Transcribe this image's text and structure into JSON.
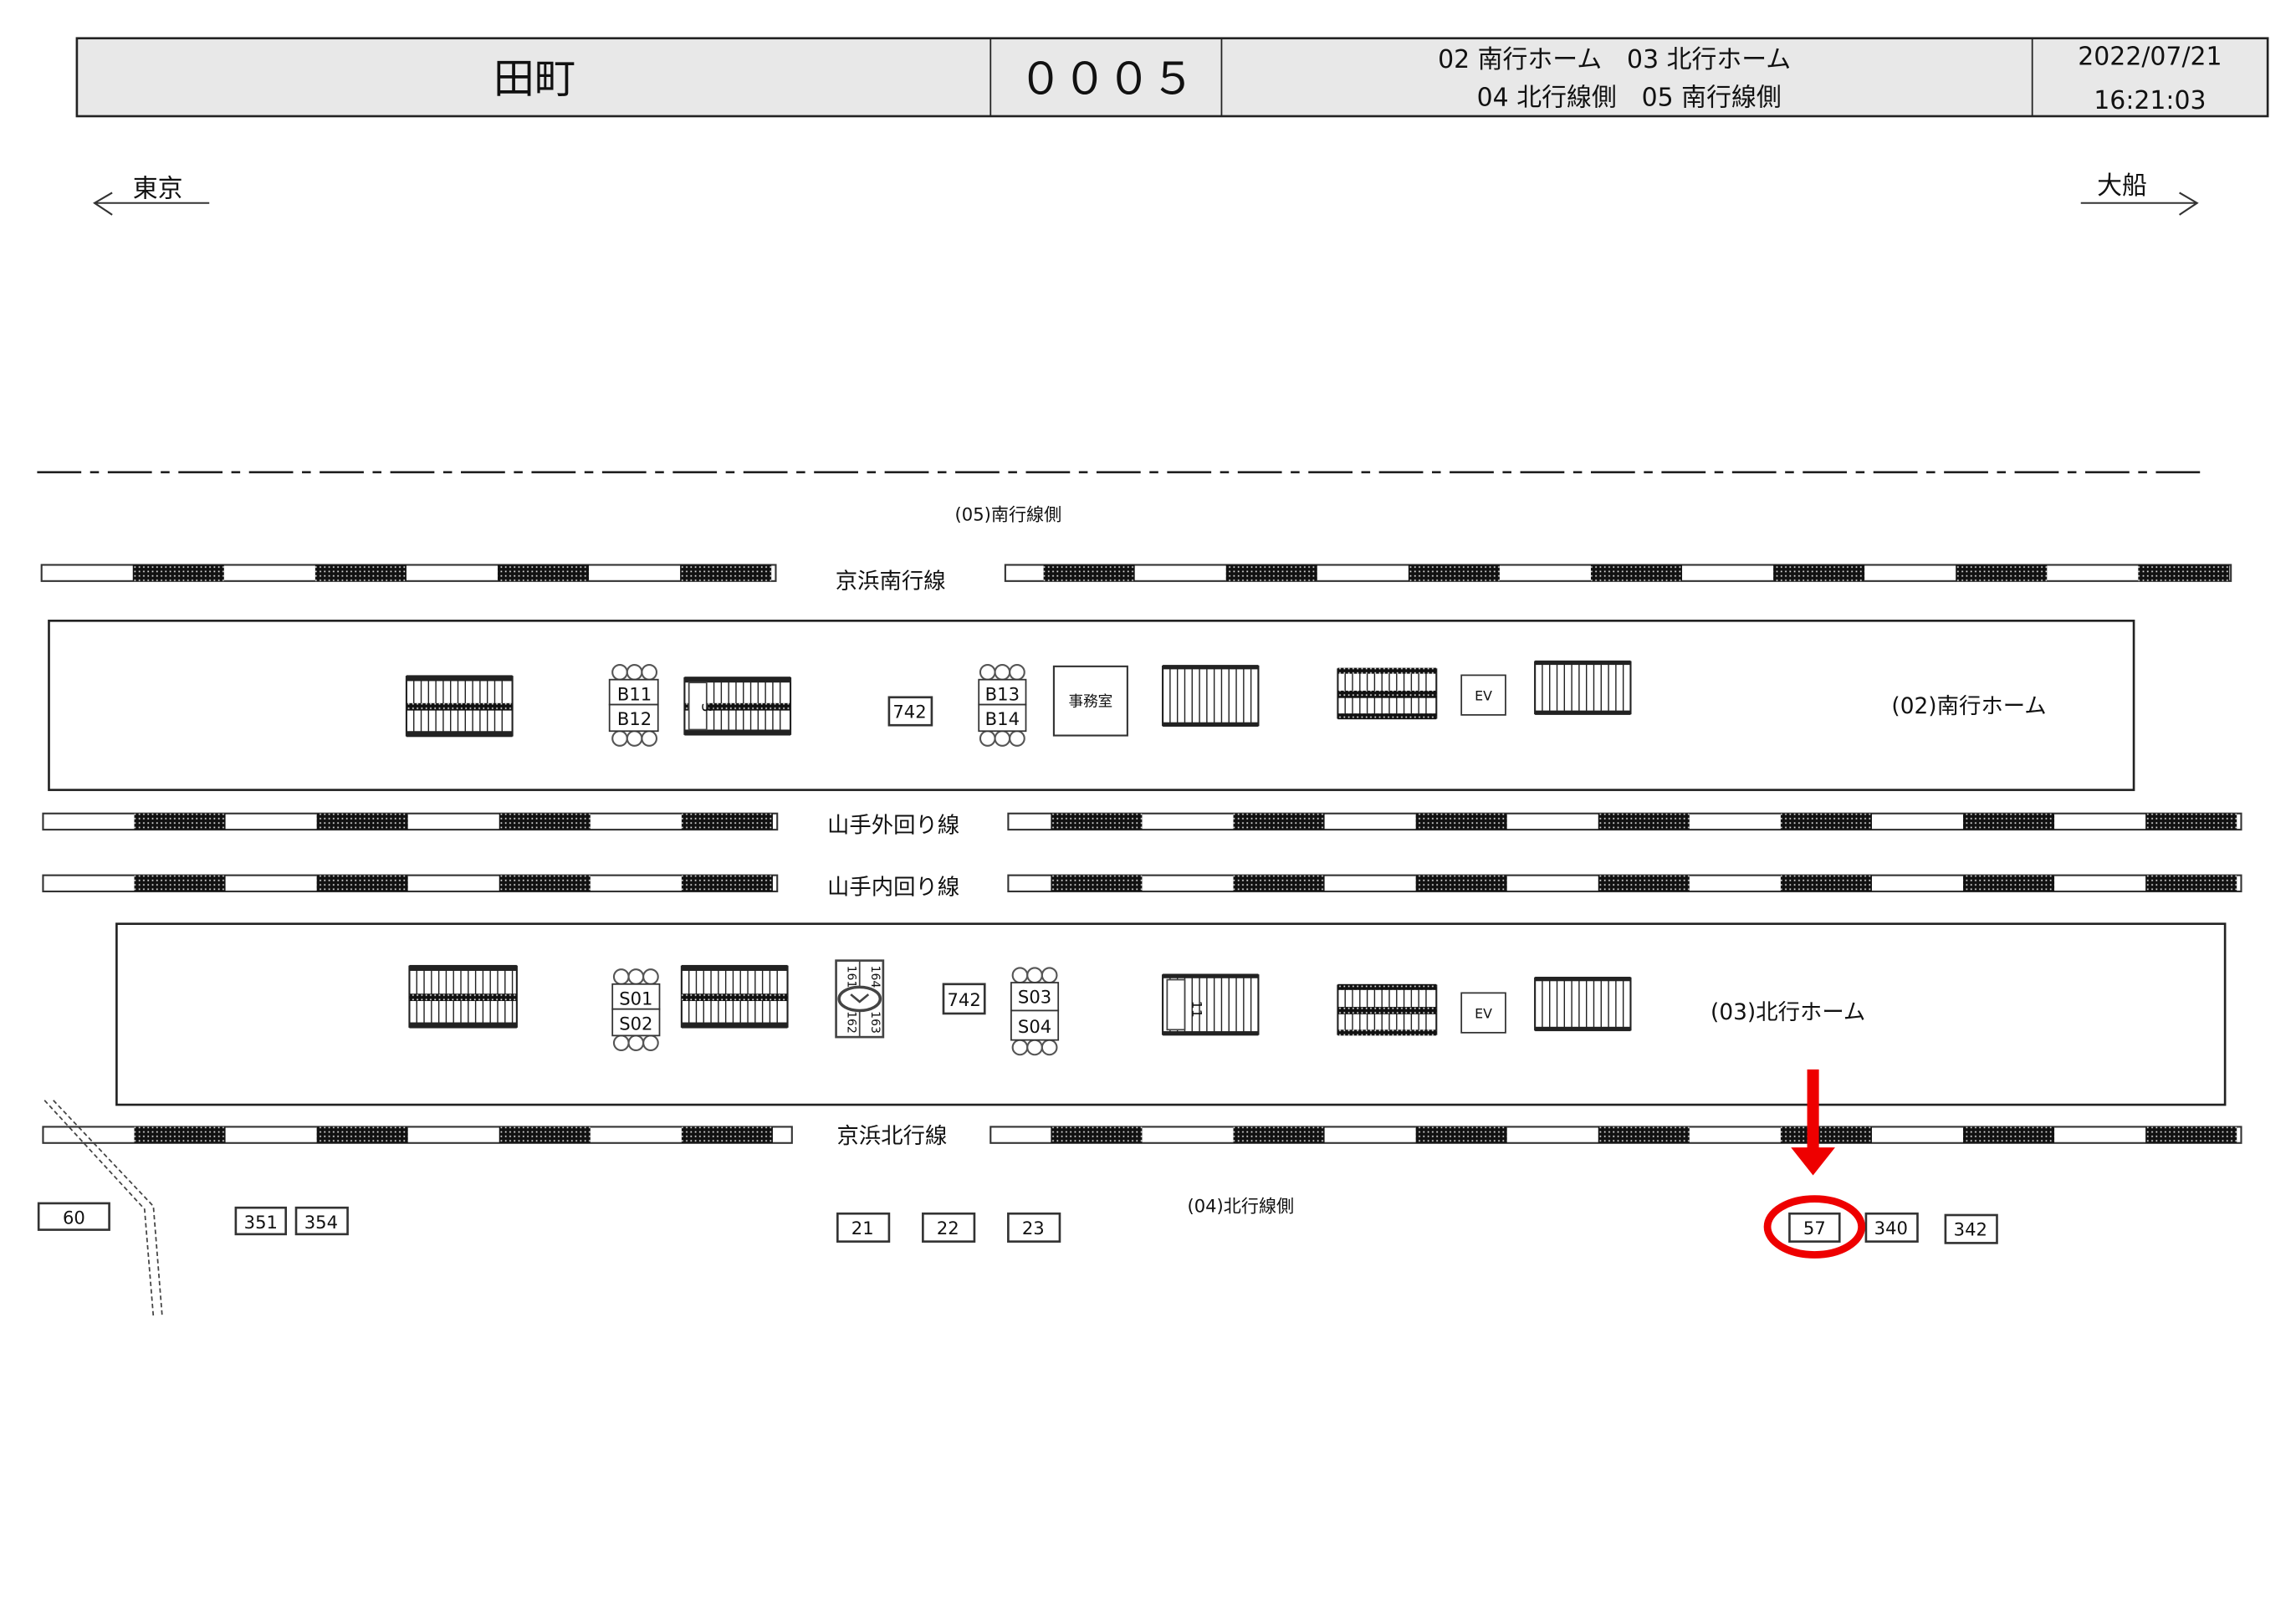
{
  "header": {
    "station": "田町",
    "code": "０００５",
    "platforms_line1": "02 南行ホーム　03 北行ホーム",
    "platforms_line2": "04 北行線側　05 南行線側",
    "date": "2022/07/21",
    "time": "16:21:03"
  },
  "directions": {
    "left": "東京",
    "right": "大船"
  },
  "labels": {
    "south_side": "(05)南行線側",
    "north_side": "(04)北行線側",
    "south_platform": "(02)南行ホーム",
    "north_platform": "(03)北行ホーム"
  },
  "tracks": [
    "京浜南行線",
    "山手外回り線",
    "山手内回り線",
    "京浜北行線"
  ],
  "south_platform_items": {
    "b11": "B11",
    "b12": "B12",
    "stair_num": "3",
    "ad": "742",
    "b13": "B13",
    "b14": "B14",
    "office": "事務室",
    "ev": "EV"
  },
  "north_platform_items": {
    "s01": "S01",
    "s02": "S02",
    "clock": [
      "161",
      "162",
      "164",
      "163"
    ],
    "ad": "742",
    "s03": "S03",
    "s04": "S04",
    "stair_num": "11",
    "ev": "EV"
  },
  "bottom_boxes": [
    "60",
    "351",
    "354",
    "21",
    "22",
    "23",
    "57",
    "340",
    "342"
  ],
  "highlight": {
    "target": "57",
    "color": "#ee0000"
  }
}
